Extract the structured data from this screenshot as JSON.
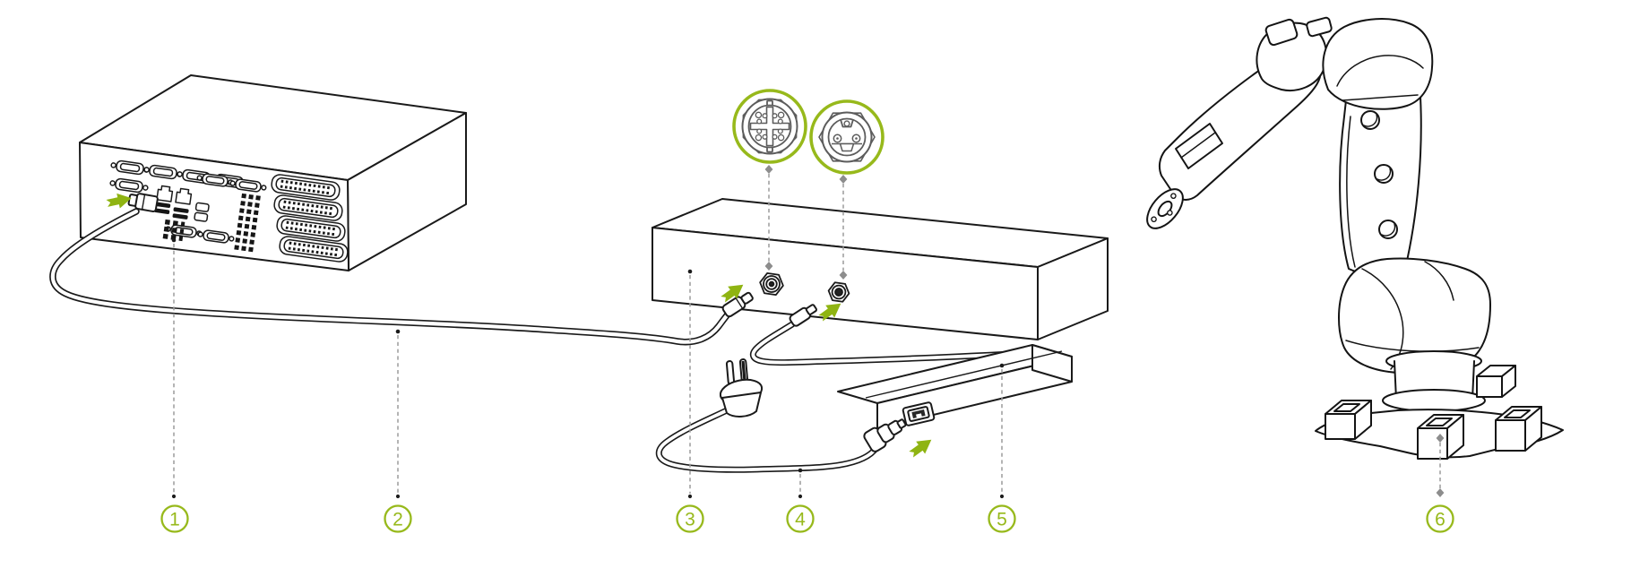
{
  "diagram": {
    "callouts": [
      {
        "id": "callout-1",
        "label": "1"
      },
      {
        "id": "callout-2",
        "label": "2"
      },
      {
        "id": "callout-3",
        "label": "3"
      },
      {
        "id": "callout-4",
        "label": "4"
      },
      {
        "id": "callout-5",
        "label": "5"
      },
      {
        "id": "callout-6",
        "label": "6"
      }
    ],
    "detail_views": [
      {
        "icon": "m12-x-coded-ethernet-connector-icon"
      },
      {
        "icon": "m12-power-connector-icon"
      }
    ],
    "figures": [
      {
        "icon": "industrial-pc-icon"
      },
      {
        "icon": "ethernet-cable-icon"
      },
      {
        "icon": "control-box-icon"
      },
      {
        "icon": "power-cord-wall-plug-icon"
      },
      {
        "icon": "power-adapter-icon"
      },
      {
        "icon": "robot-arm-icon"
      },
      {
        "icon": "insertion-arrow-icon"
      }
    ]
  },
  "colors": {
    "accent_green": "#97b91b",
    "arrow_green": "#8fb412",
    "line_dark": "#1a1a1a",
    "detail_gray": "#5c5c5c",
    "leader_gray": "#9c9c9c",
    "diamond_gray": "#8d8d8d",
    "background": "#ffffff"
  }
}
